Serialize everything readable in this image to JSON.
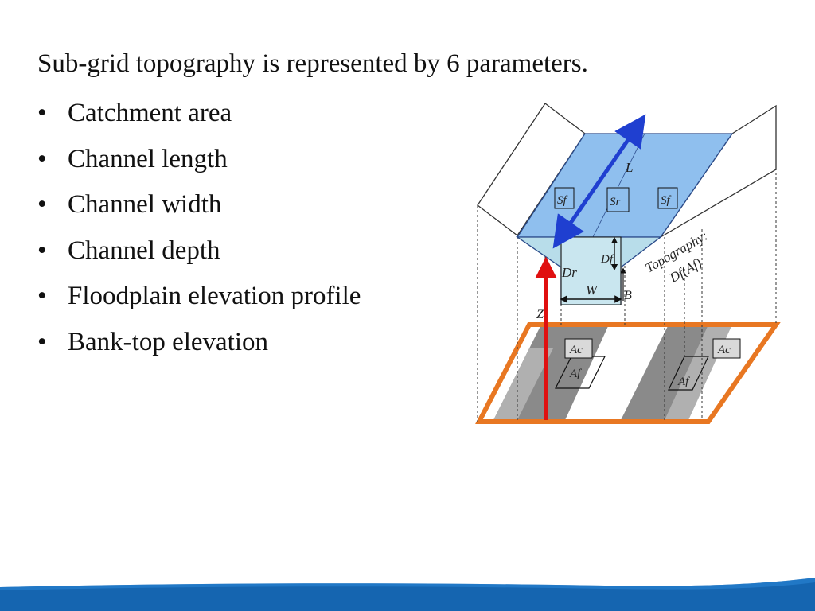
{
  "slide": {
    "intro": "Sub-grid topography is represented by 6 parameters.",
    "bullets": [
      "Catchment area",
      "Channel length",
      "Channel width",
      "Channel depth",
      "Floodplain elevation profile",
      "Bank-top elevation"
    ]
  },
  "diagram": {
    "labels": {
      "L": "L",
      "Sf_left": "Sf",
      "Sr": "Sr",
      "Sf_right": "Sf",
      "Dr": "Dr",
      "Df": "Df",
      "W": "W",
      "B": "B",
      "Z": "Z",
      "topo_line1": "Topography:",
      "topo_line2": "Df(Af)",
      "Ac_left": "Ac",
      "Af_left": "Af",
      "Ac_right": "Ac",
      "Af_right": "Af"
    },
    "colors": {
      "water": "#8fbfee",
      "channel": "#b8ddea",
      "arrow_L": "#1f3fd0",
      "arrow_Z": "#e01010",
      "grid_border": "#e87722",
      "shadow": "#8a8a8a"
    }
  },
  "footer": {
    "color": "#1565b0"
  }
}
